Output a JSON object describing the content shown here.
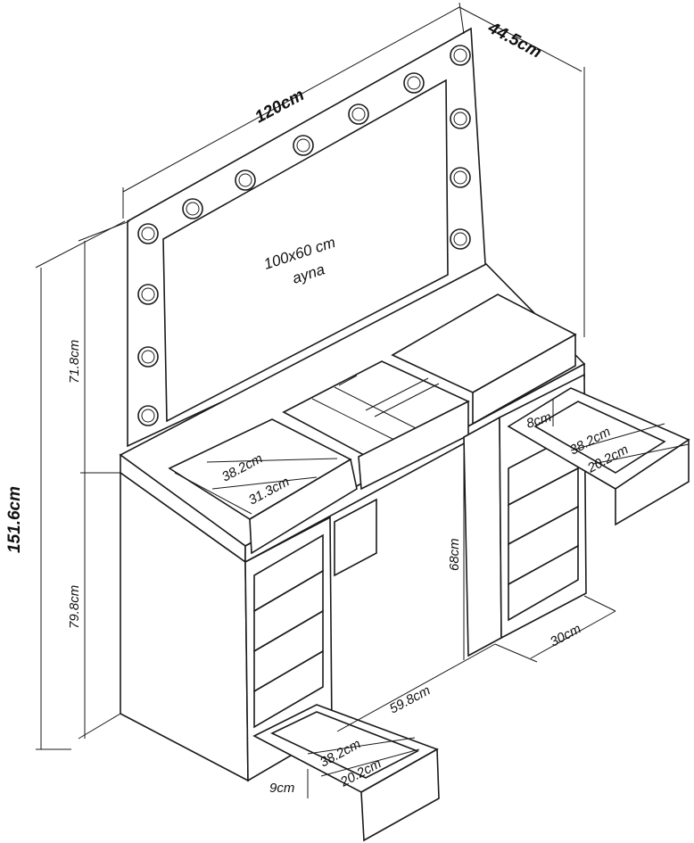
{
  "dimensions": {
    "width": "120cm",
    "depth": "44.5cm",
    "mirror_size": "100x60 cm",
    "mirror_word": "ayna",
    "total_height": "151.6cm",
    "mirror_height": "71.8cm",
    "table_height": "79.8cm",
    "knee_height": "68cm",
    "knee_width": "59.8cm",
    "cabinet_width": "30cm",
    "top_tray_width": "38.2cm",
    "top_tray_depth": "31.3cm",
    "right_drawer_height": "8cm",
    "right_drawer_width": "38.2cm",
    "right_drawer_depth": "20.2cm",
    "bottom_drawer_width": "38.2cm",
    "bottom_drawer_depth": "20.2cm",
    "bottom_drawer_height": "9cm"
  },
  "colors": {
    "line": "#1a1a1a",
    "background": "#ffffff"
  }
}
